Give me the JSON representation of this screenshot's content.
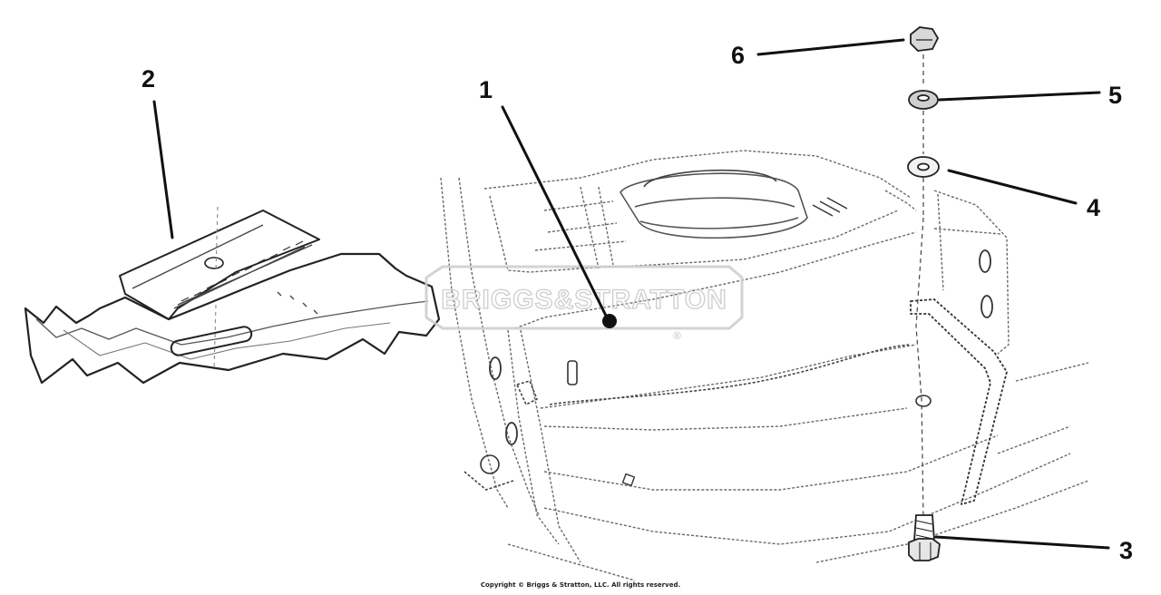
{
  "callouts": {
    "c1": "1",
    "c2": "2",
    "c3": "3",
    "c4": "4",
    "c5": "5",
    "c6": "6"
  },
  "watermark": {
    "text": "BRIGGS&STRATTON",
    "registered": "®"
  },
  "copyright": "Copyright © Briggs & Stratton, LLC. All rights reserved.",
  "colors": {
    "ink": "#111111",
    "sketch": "#6a6a6a",
    "watermark": "#cfcfcf",
    "background": "#ffffff"
  }
}
